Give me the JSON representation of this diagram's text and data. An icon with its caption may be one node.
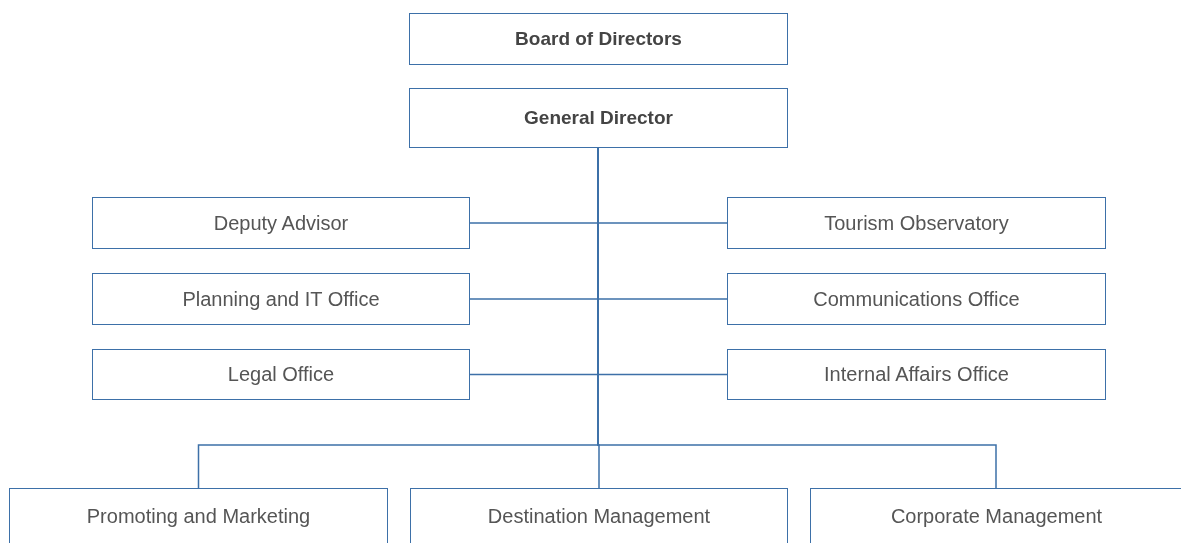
{
  "diagram": {
    "nodes": [
      {
        "text": [
          "Board of Directors"
        ]
      },
      {
        "text": [
          "General Director"
        ]
      },
      {
        "text": [
          "Deputy Advisor"
        ]
      },
      {
        "text": [
          "Tourism Observatory"
        ]
      },
      {
        "text": [
          "Planning and IT Office"
        ]
      },
      {
        "text": [
          "Communications Office"
        ]
      },
      {
        "text": [
          "Legal Office"
        ]
      },
      {
        "text": [
          "Internal Affairs Office"
        ]
      },
      {
        "text": [
          "Promoting and Marketing"
        ]
      },
      {
        "text": [
          "Destination Management"
        ]
      },
      {
        "text": [
          "Corporate Management"
        ]
      }
    ],
    "edges": [
      {
        "from": 1,
        "to": 2,
        "arrow": "none"
      },
      {
        "from": 1,
        "to": 3,
        "arrow": "none"
      },
      {
        "from": 1,
        "to": 4,
        "arrow": "none"
      },
      {
        "from": 1,
        "to": 5,
        "arrow": "none"
      },
      {
        "from": 1,
        "to": 6,
        "arrow": "none"
      },
      {
        "from": 1,
        "to": 7,
        "arrow": "none"
      },
      {
        "from": 1,
        "to": 8,
        "arrow": "none"
      },
      {
        "from": 1,
        "to": 9,
        "arrow": "none"
      },
      {
        "from": 1,
        "to": 10,
        "arrow": "none"
      }
    ]
  }
}
